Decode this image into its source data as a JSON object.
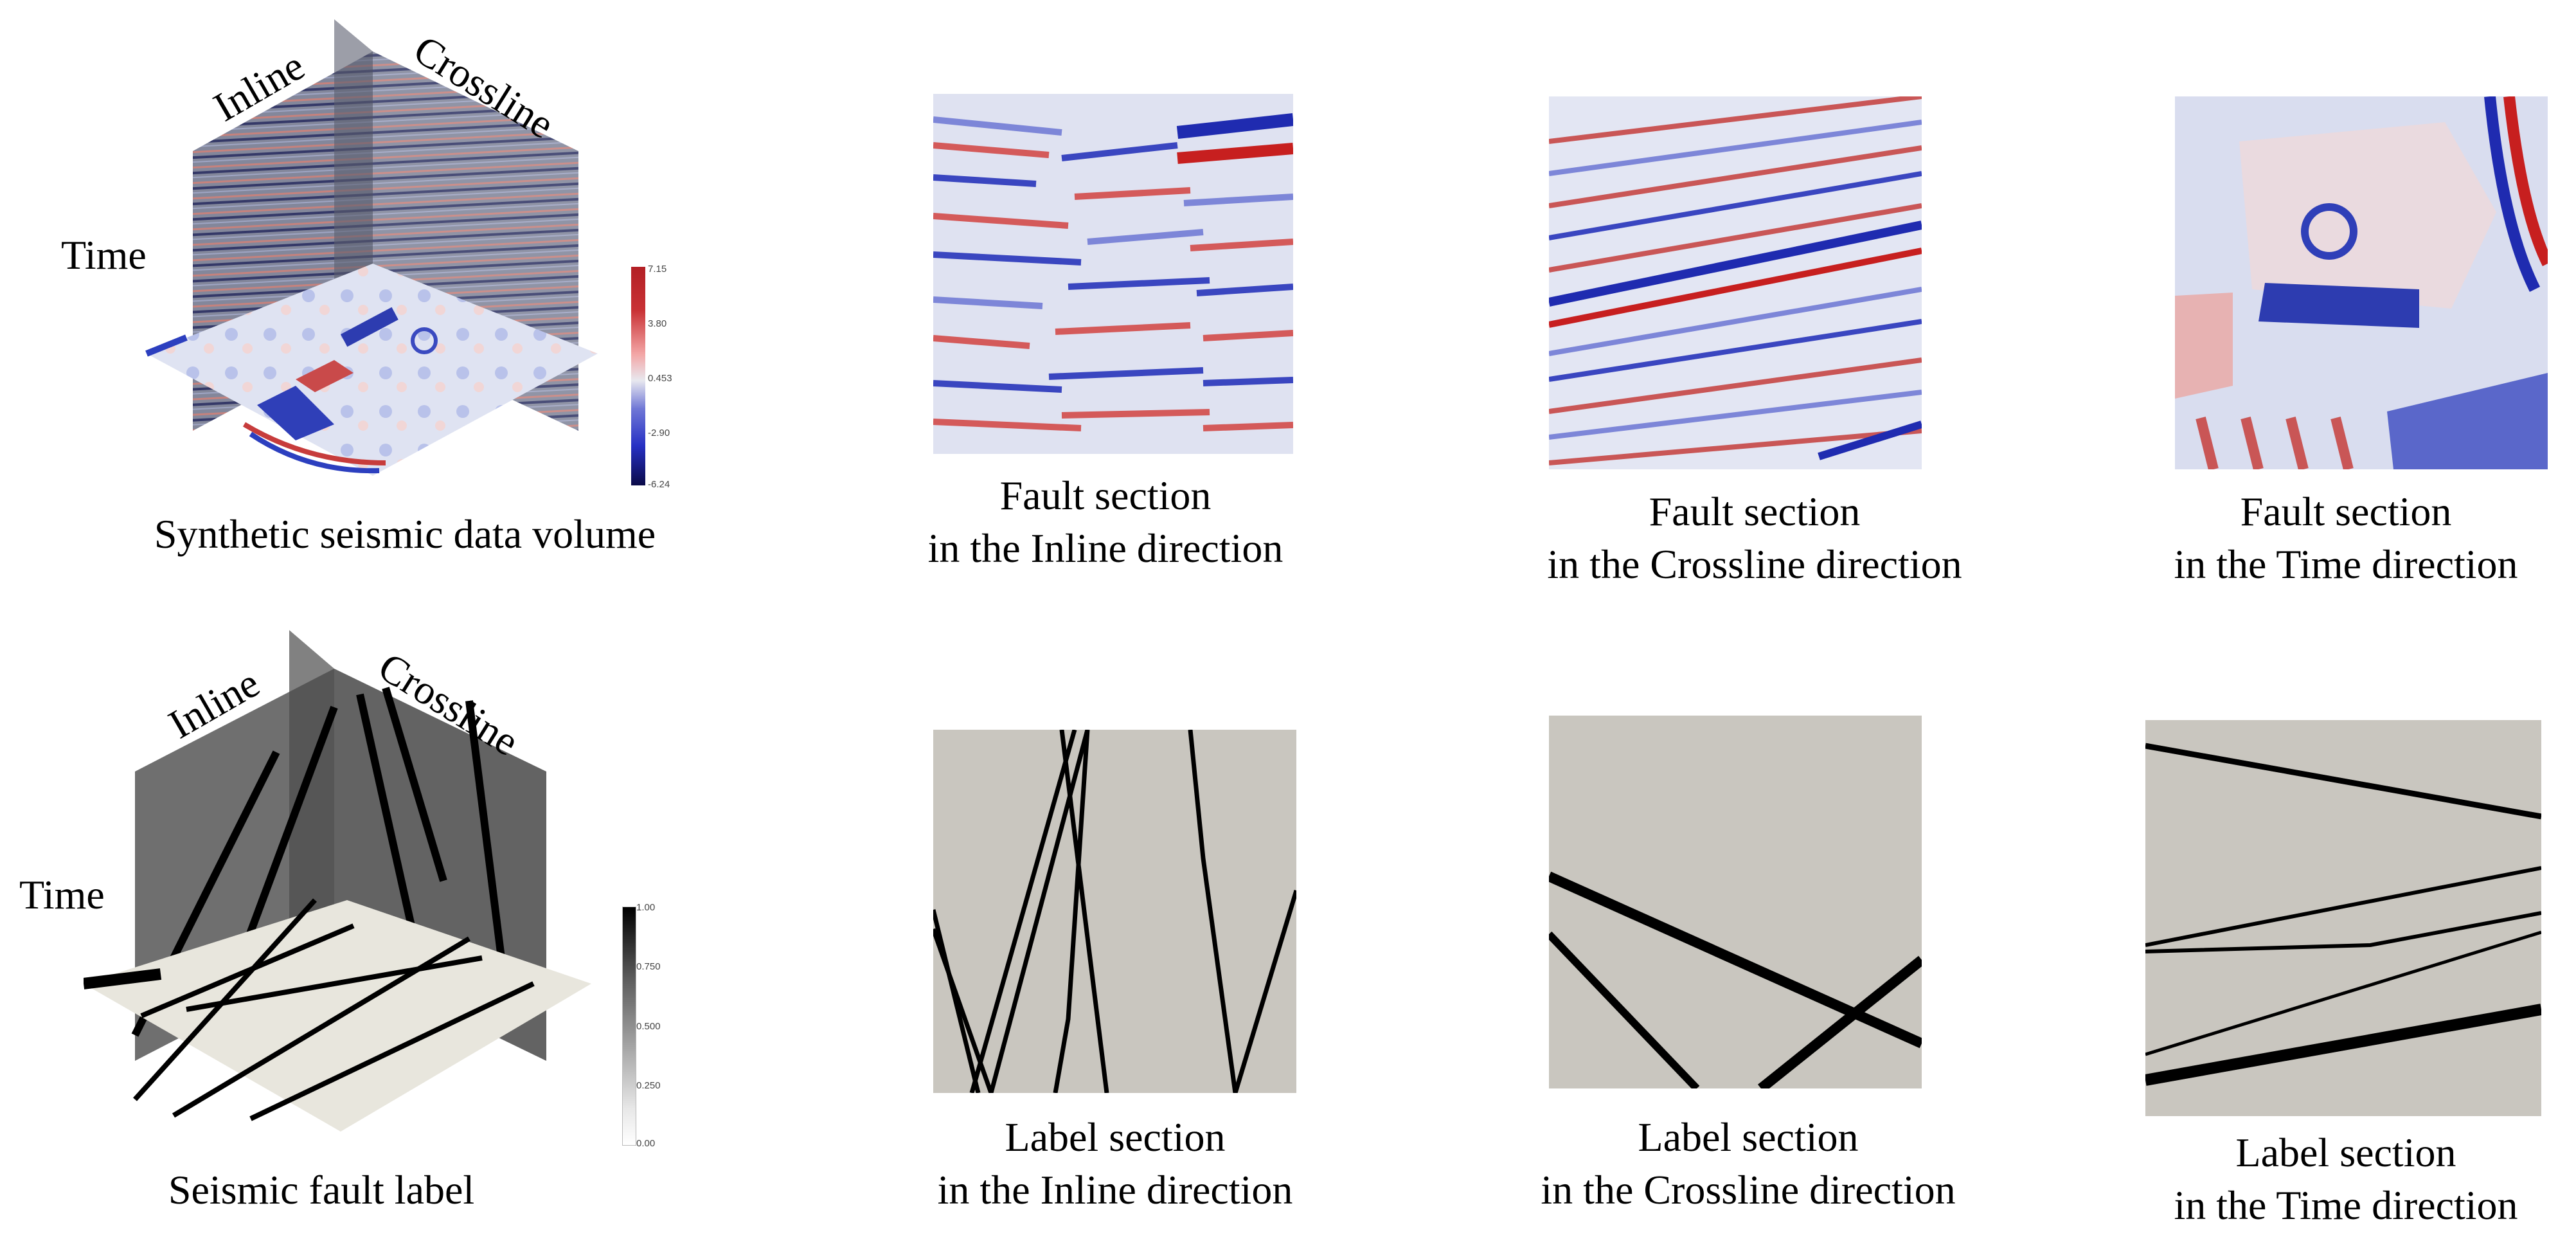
{
  "top_row": {
    "volume": {
      "axis_inline": "Inline",
      "axis_crossline": "Crossline",
      "axis_time": "Time",
      "caption": "Synthetic seismic data volume",
      "colorbar_ticks": [
        "7.15",
        "3.80",
        "0.453",
        "-2.90",
        "-6.24"
      ]
    },
    "panels": [
      {
        "line1": "Fault section",
        "line2": "in the Inline direction"
      },
      {
        "line1": "Fault section",
        "line2": "in the Crossline direction"
      },
      {
        "line1": "Fault section",
        "line2": "in the Time direction"
      }
    ]
  },
  "bottom_row": {
    "volume": {
      "axis_inline": "Inline",
      "axis_crossline": "Crossline",
      "axis_time": "Time",
      "caption": "Seismic fault label",
      "colorbar_ticks": [
        "1.00",
        "0.750",
        "0.500",
        "0.250",
        "0.00"
      ]
    },
    "panels": [
      {
        "line1": "Label section",
        "line2": "in the Inline direction"
      },
      {
        "line1": "Label section",
        "line2": "in the Crossline direction"
      },
      {
        "line1": "Label section",
        "line2": "in the Time direction"
      }
    ]
  },
  "colors": {
    "seismic_blue": "#2c3fbf",
    "seismic_red": "#d23a3a",
    "seismic_neutral": "#e6e9f4",
    "label_bg": "#c9c6bf",
    "label_fault": "#000000",
    "volume_gray": "#6e6e6e"
  }
}
